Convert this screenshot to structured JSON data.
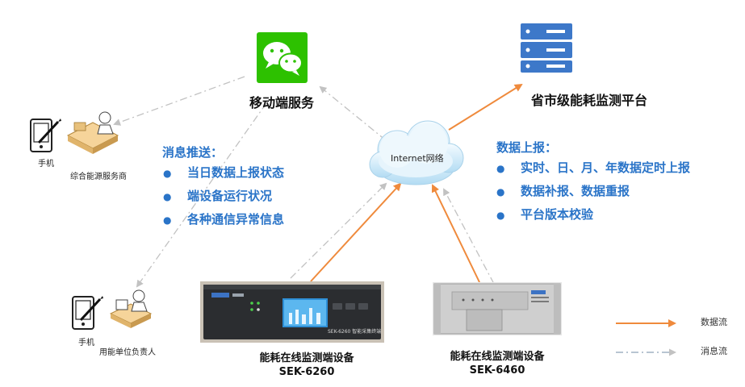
{
  "wechat": {
    "label": "移动端服务",
    "icon": "wechat-icon"
  },
  "platform": {
    "label": "省市级能耗监测平台",
    "icon": "server-icon"
  },
  "cloud": {
    "label": "Internet网络",
    "icon": "cloud-icon"
  },
  "operator": {
    "phone_label": "手机",
    "role": "综合能源服务商"
  },
  "user": {
    "phone_label": "手机",
    "role": "用能单位负责人"
  },
  "push": {
    "heading": "消息推送：",
    "items": [
      "当日数据上报状态",
      "端设备运行状况",
      "各种通信异常信息"
    ]
  },
  "report": {
    "heading": "数据上报：",
    "items": [
      "实时、日、月、年数据定时上报",
      "数据补报、数据重报",
      "平台版本校验"
    ]
  },
  "device1": {
    "name": "能耗在线监测端设备",
    "model": "SEK-6260",
    "panel_text": "SEK-6260  智能采集终端"
  },
  "device2": {
    "name": "能耗在线监测端设备",
    "model": "SEK-6460"
  },
  "legend": {
    "data_flow": "数据流",
    "msg_flow": "消息流"
  },
  "colors": {
    "data_flow": "#ef8a3c",
    "msg_flow": "#c2c2c2",
    "accent": "#2a74c8",
    "wechat": "#2dc100",
    "server": "#3d78c9"
  }
}
